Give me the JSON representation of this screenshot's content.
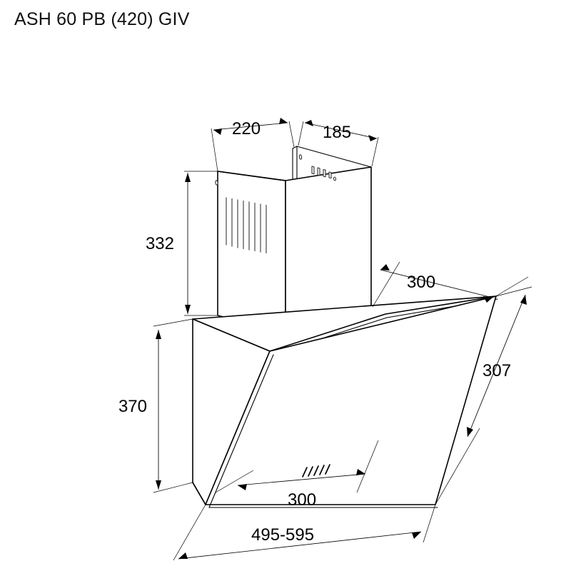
{
  "document": {
    "title": "ASH 60 PB (420) GIV",
    "drawing_type": "technical-dimension-drawing",
    "subject": "inclined-glass-cooker-hood"
  },
  "colors": {
    "background": "#ffffff",
    "line": "#000000",
    "text": "#111111",
    "vent_slot": "#555555"
  },
  "dimensions": {
    "chimney_top_depth": "220",
    "chimney_top_width": "185",
    "chimney_height": "332",
    "body_height": "370",
    "body_depth_top": "300",
    "glass_panel_slant_height": "307",
    "glass_panel_depth_bottom": "300",
    "overall_width_range": "495-595"
  },
  "labels": [
    {
      "id": "dim-220",
      "value": "220"
    },
    {
      "id": "dim-185",
      "value": "185"
    },
    {
      "id": "dim-332",
      "value": "332"
    },
    {
      "id": "dim-370",
      "value": "370"
    },
    {
      "id": "dim-300-depth",
      "value": "300"
    },
    {
      "id": "dim-307",
      "value": "307"
    },
    {
      "id": "dim-300-bottom",
      "value": "300"
    },
    {
      "id": "dim-width",
      "value": "495-595"
    }
  ],
  "features": {
    "vent_slot_count": 8,
    "control_mark_count": 5,
    "top_tab_count": 4
  }
}
